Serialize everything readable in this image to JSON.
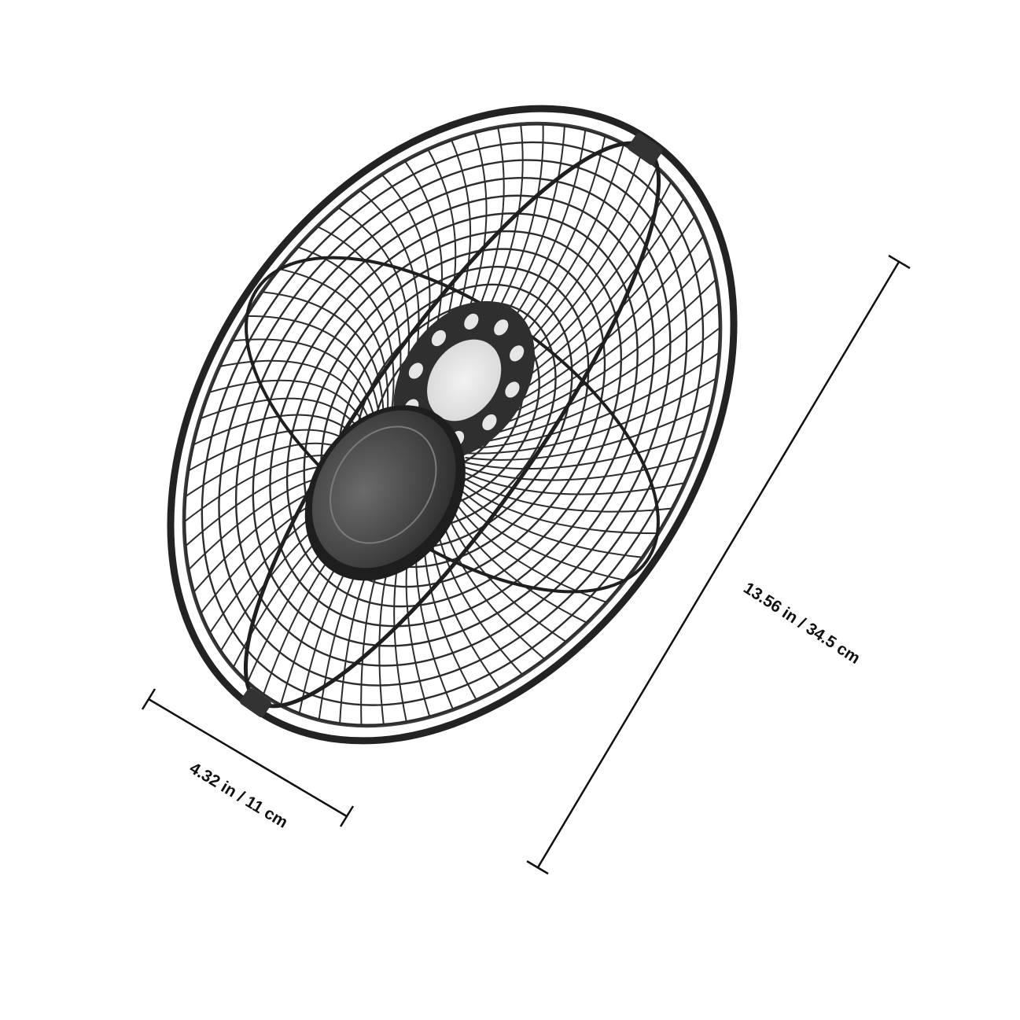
{
  "product": {
    "name": "fan-guard-grill"
  },
  "dimensions": {
    "diameter_label": "13.56 in / 34.5 cm",
    "depth_label": "4.32 in / 11 cm"
  },
  "colors": {
    "background": "#ffffff",
    "wire": "#2a2a2a",
    "hub": "#3a3a3a",
    "dimension_line": "#111111"
  }
}
